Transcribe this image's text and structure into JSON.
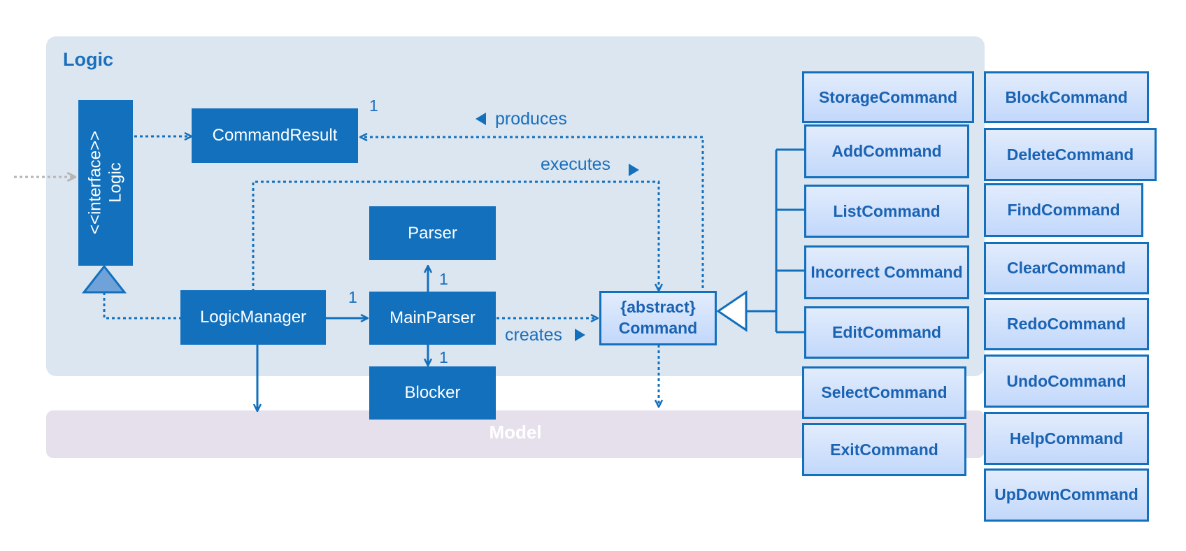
{
  "logic_label": "Logic",
  "model_label": "Model",
  "interface_box": {
    "stereotype": "<<interface>>",
    "name": "Logic"
  },
  "classes": {
    "command_result": "CommandResult",
    "parser": "Parser",
    "logic_manager": "LogicManager",
    "main_parser": "MainParser",
    "blocker": "Blocker",
    "command": {
      "stereotype": "{abstract}",
      "name": "Command"
    }
  },
  "edge_labels": {
    "produces": "produces",
    "executes": "executes",
    "creates": "creates"
  },
  "multiplicities": {
    "command_result": "1",
    "logic_manager_main_parser": "1",
    "main_parser_parser": "1",
    "main_parser_blocker": "1"
  },
  "commands_col1": [
    "StorageCommand",
    "AddCommand",
    "ListCommand",
    "Incorrect Command",
    "EditCommand",
    "SelectCommand",
    "ExitCommand"
  ],
  "commands_col2": [
    "BlockCommand",
    "DeleteCommand",
    "FindCommand",
    "ClearCommand",
    "RedoCommand",
    "UndoCommand",
    "HelpCommand",
    "UpDownCommand"
  ],
  "colors": {
    "primary": "#1270bd",
    "logic_bg": "#dce6f1",
    "model_bg": "#e6e0ec",
    "light_box": "#c2d8fb"
  }
}
